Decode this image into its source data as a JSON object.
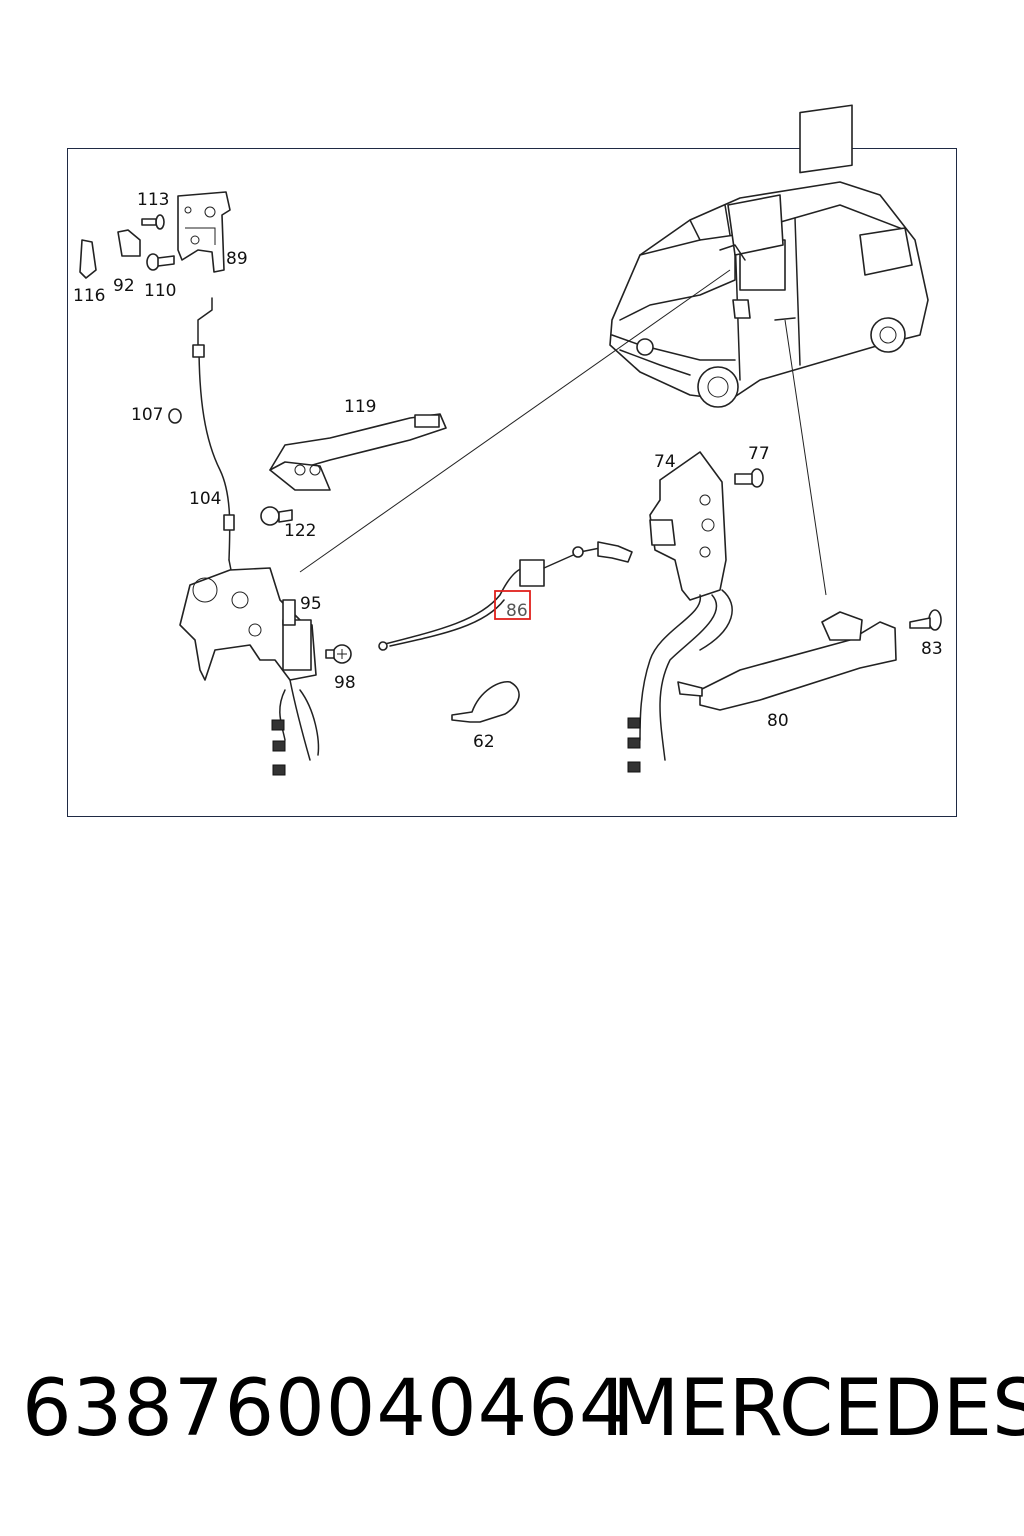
{
  "callouts": {
    "c113": "113",
    "c89": "89",
    "c116": "116",
    "c92": "92",
    "c110": "110",
    "c107": "107",
    "c104": "104",
    "c119": "119",
    "c122": "122",
    "c95": "95",
    "c98": "98",
    "c86": "86",
    "c62": "62",
    "c74": "74",
    "c77": "77",
    "c83": "83",
    "c80": "80"
  },
  "highlight": {
    "label": "86",
    "color": "#e0201c"
  },
  "footer": {
    "part_number": "63876004046​4",
    "brand": "MERCEDES"
  }
}
